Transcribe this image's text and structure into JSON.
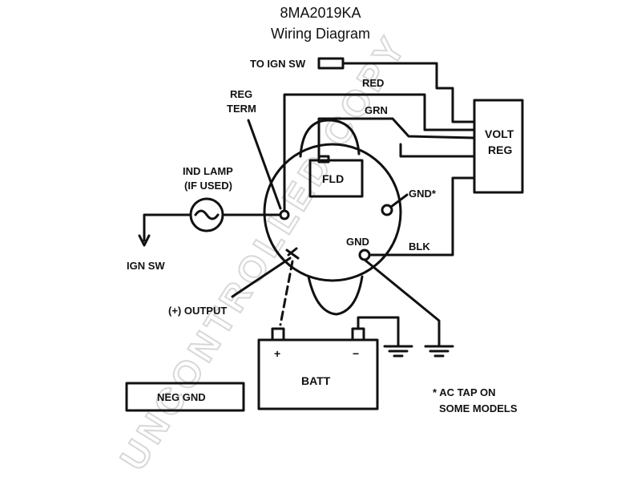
{
  "title": "8MA2019KA",
  "subtitle": "Wiring Diagram",
  "labels": {
    "to_ign_sw": "TO IGN SW",
    "red": "RED",
    "grn": "GRN",
    "reg_term_1": "REG",
    "reg_term_2": "TERM",
    "volt_reg_1": "VOLT",
    "volt_reg_2": "REG",
    "fld": "FLD",
    "gnd_star": "GND*",
    "gnd": "GND",
    "blk": "BLK",
    "ind_lamp_1": "IND LAMP",
    "ind_lamp_2": "(IF USED)",
    "ign_sw": "IGN SW",
    "output": "(+) OUTPUT",
    "batt": "BATT",
    "plus": "+",
    "minus": "−",
    "neg_gnd": "NEG GND",
    "ac_tap_1": "* AC TAP ON",
    "ac_tap_2": "SOME MODELS",
    "watermark": "UNCONTROLLED COPY"
  },
  "colors": {
    "line": "#111111",
    "watermark": "#d8d8d8"
  }
}
